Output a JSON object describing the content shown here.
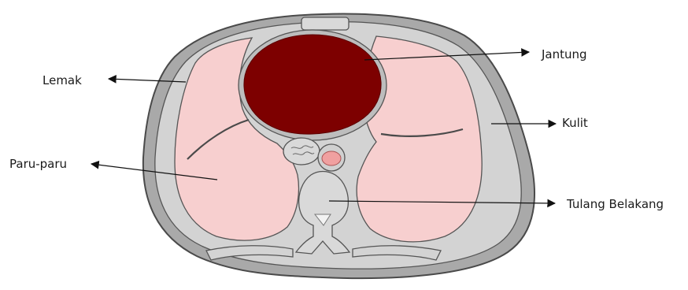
{
  "labels": {
    "lemak": "Lemak",
    "paru_paru": "Paru-paru",
    "jantung": "Jantung",
    "kulit": "Kulit",
    "tulang_belakang": "Tulang Belakang"
  },
  "colors": {
    "skin_outer": "#a9a9a9",
    "fat": "#d3d3d3",
    "lung": "#f7cfcf",
    "heart": "#7d0000",
    "aorta": "#f0a0a0",
    "bone": "#d9d9d9",
    "outline": "#4a4a4a"
  }
}
